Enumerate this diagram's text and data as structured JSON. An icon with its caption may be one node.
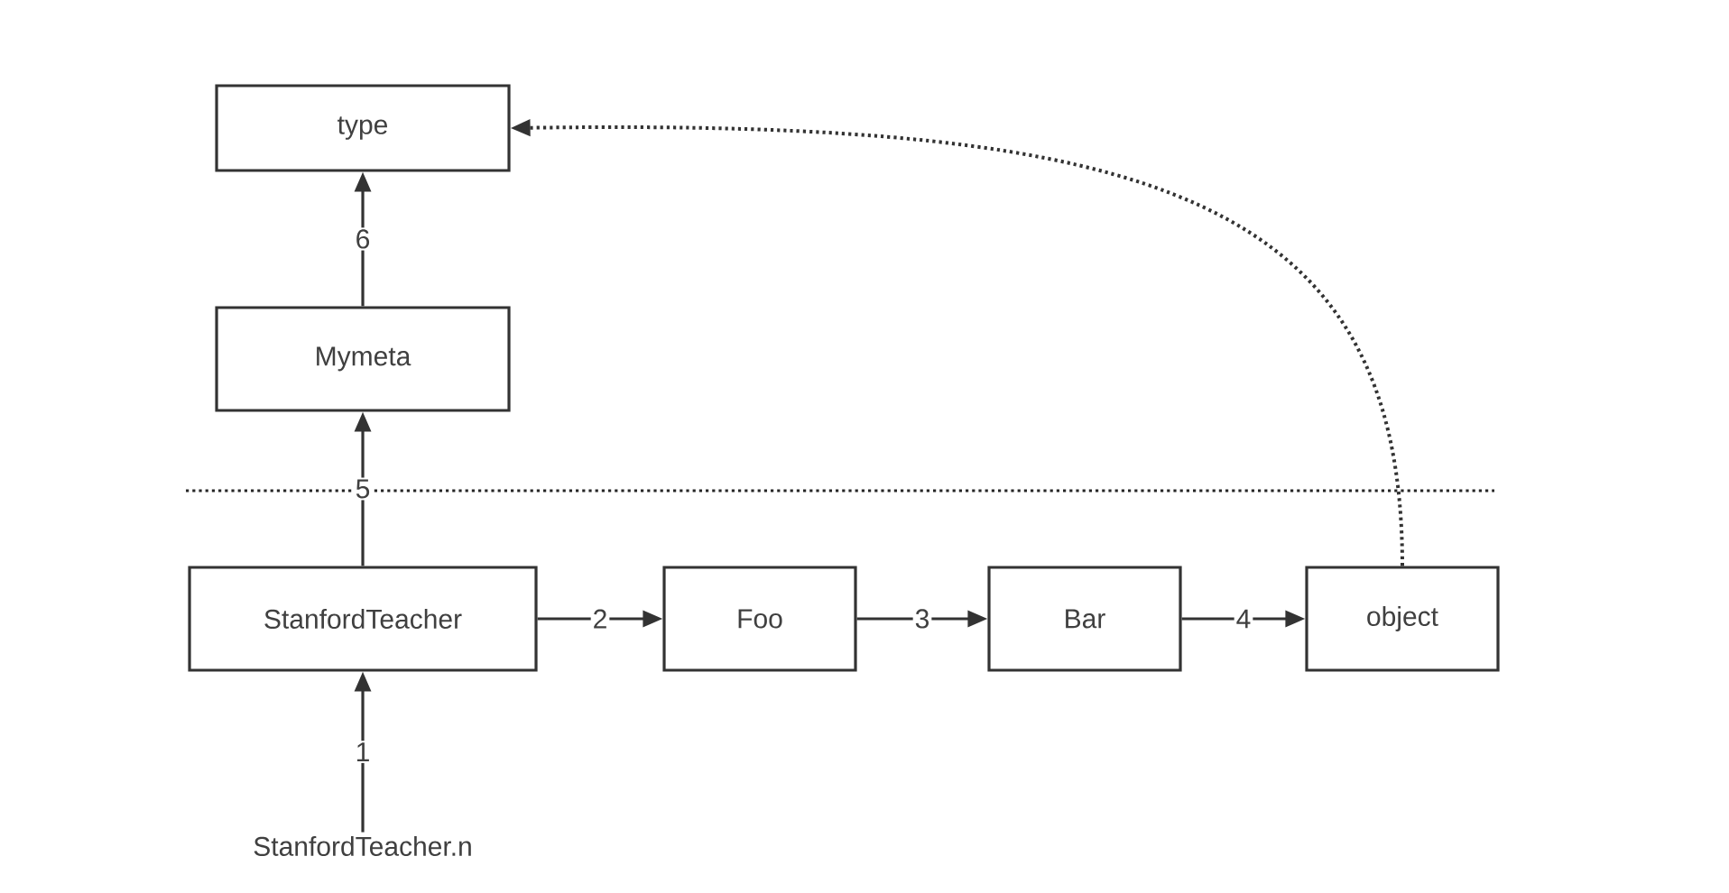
{
  "diagram": {
    "nodes": [
      {
        "text": [
          "type"
        ]
      },
      {
        "text": [
          "Mymeta"
        ]
      },
      {
        "text": [
          "StanfordTeacher"
        ]
      },
      {
        "text": [
          "Foo"
        ]
      },
      {
        "text": [
          "Bar"
        ]
      },
      {
        "text": [
          "object"
        ]
      },
      {
        "text": [
          "StanfordTeacher.n"
        ]
      }
    ],
    "edges": [
      {
        "from": 6,
        "to": 2,
        "arrow": "to",
        "label": "1"
      },
      {
        "from": 2,
        "to": 3,
        "arrow": "to",
        "label": "2"
      },
      {
        "from": 3,
        "to": 4,
        "arrow": "to",
        "label": "3"
      },
      {
        "from": 4,
        "to": 5,
        "arrow": "to",
        "label": "4"
      },
      {
        "from": 2,
        "to": 1,
        "arrow": "to",
        "label": "5"
      },
      {
        "from": 1,
        "to": 0,
        "arrow": "to",
        "label": "6"
      },
      {
        "from": 5,
        "to": 0,
        "arrow": "to",
        "style": "dashed"
      }
    ]
  }
}
